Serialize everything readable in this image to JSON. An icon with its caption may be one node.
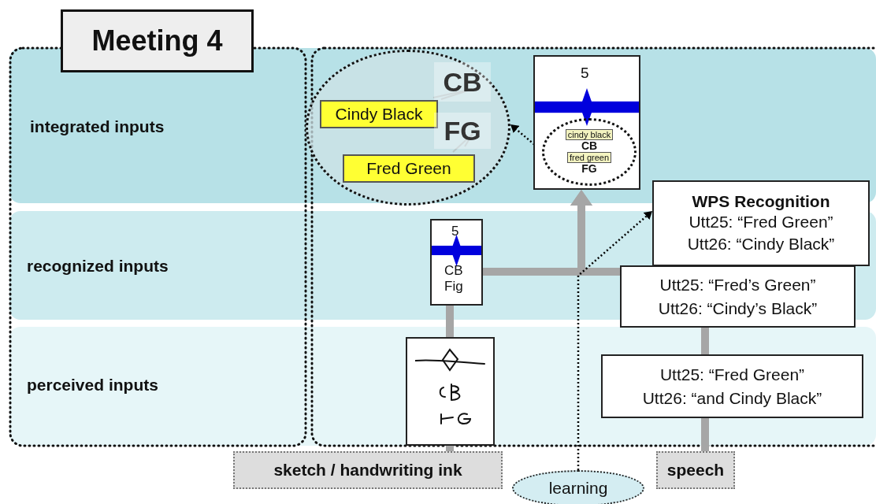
{
  "diagram": {
    "title": "Meeting 4",
    "nodes": [
      {
        "text": [
          "integrated inputs"
        ]
      },
      {
        "text": [
          "recognized inputs"
        ]
      },
      {
        "text": [
          "perceived inputs"
        ]
      },
      {
        "text": [],
        "shape": "circle",
        "in": 0
      },
      {
        "text": [
          "CB"
        ],
        "in": 3
      },
      {
        "text": [
          "Cindy Black"
        ],
        "in": 3
      },
      {
        "text": [
          "FG"
        ],
        "in": 3
      },
      {
        "text": [
          "Fred Green"
        ],
        "in": 3
      },
      {
        "text": [
          "5"
        ],
        "in": 0
      },
      {
        "text": [
          "cindy black",
          "CB",
          "fred green",
          "FG"
        ],
        "in": 8
      },
      {
        "text": [
          "5",
          "CB Fig"
        ],
        "in": 1
      },
      {
        "text": [],
        "shape": "picture",
        "in": 2
      },
      {
        "text": [
          "WPS Recognition",
          "Utt25: “Fred Green” Utt26: “Cindy Black”"
        ]
      },
      {
        "text": [
          "Utt25: “Fred’s Green” Utt26: “Cindy’s Black”"
        ],
        "in": 1
      },
      {
        "text": [
          "Utt25: “Fred Green” Utt26: “and Cindy Black”"
        ],
        "in": 2
      },
      {
        "text": [
          "sketch / handwriting ink"
        ]
      },
      {
        "text": [
          "learning"
        ]
      },
      {
        "text": [
          "speech"
        ]
      }
    ],
    "edges": [
      {
        "from": 15,
        "to": 11,
        "arrow": "none"
      },
      {
        "from": 11,
        "to": 10,
        "arrow": "none"
      },
      {
        "from": 10,
        "to": 8,
        "arrow": "to"
      },
      {
        "from": 17,
        "to": 14,
        "arrow": "none"
      },
      {
        "from": 14,
        "to": 13,
        "arrow": "none"
      },
      {
        "from": 13,
        "to": 8,
        "arrow": "to"
      },
      {
        "from": 16,
        "to": 12,
        "arrow": "to",
        "style": "dashed",
        "color": "#000000"
      },
      {
        "from": 9,
        "to": 3,
        "arrow": "to",
        "style": "dashed",
        "color": "#000000"
      },
      {
        "from": 5,
        "to": 4,
        "arrow": "none",
        "color": "#777777"
      },
      {
        "from": 7,
        "to": 6,
        "arrow": "none",
        "color": "#777777"
      }
    ]
  }
}
